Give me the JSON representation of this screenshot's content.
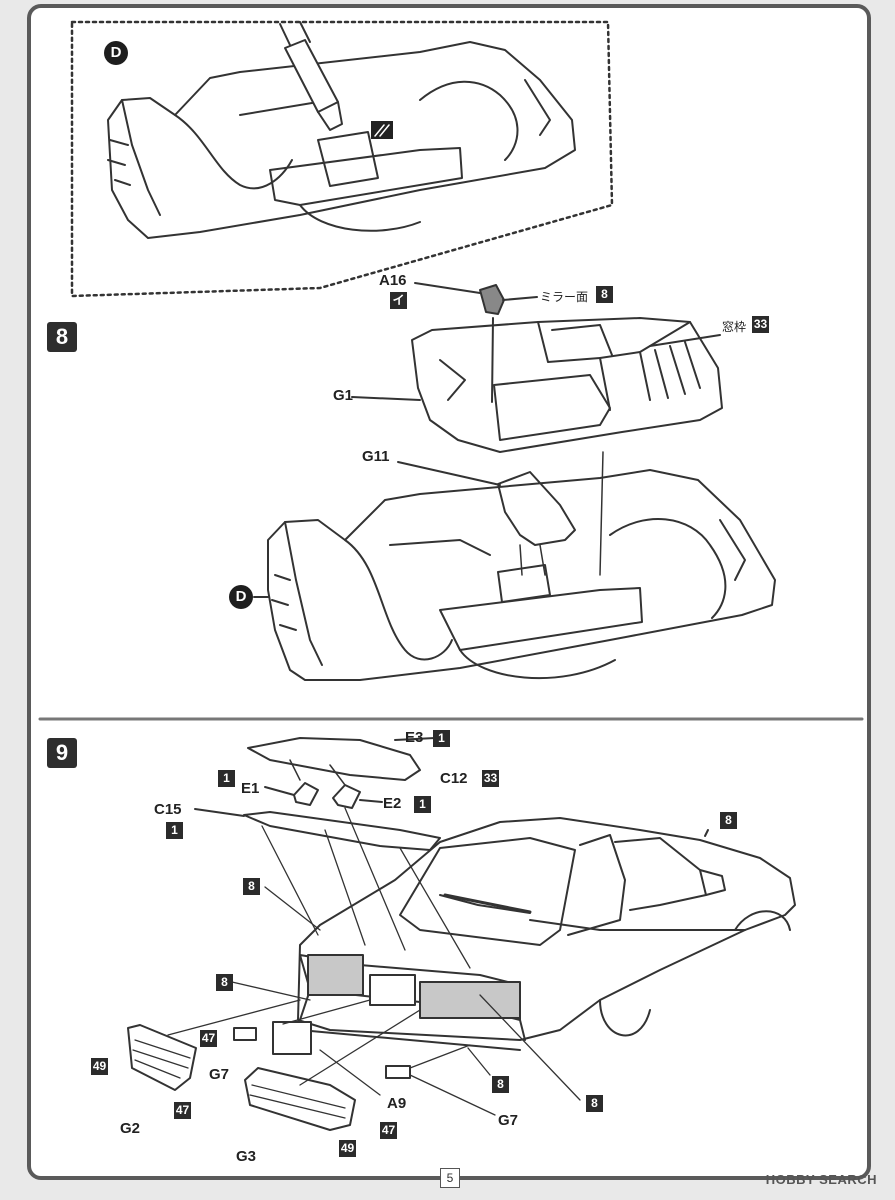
{
  "page_number": "5",
  "watermark": "HOBBY SEARCH",
  "subassembly_marker": "D",
  "step8": {
    "number": "8",
    "labels": {
      "a16": "A16",
      "a16_sub": "イ",
      "mirror": "ミラー面",
      "mirror_code": "8",
      "window_frame": "窓枠",
      "window_frame_code": "33",
      "g1": "G1",
      "g11": "G11",
      "marker_d": "D"
    }
  },
  "step9": {
    "number": "9",
    "labels": {
      "e3": "E3",
      "e3_code": "1",
      "e1": "E1",
      "e1_code": "1",
      "e2": "E2",
      "e2_code": "1",
      "c15": "C15",
      "c15_code": "1",
      "c12": "C12",
      "c12_code": "33",
      "body_code": "8",
      "code8_a": "8",
      "code8_b": "8",
      "code8_c": "8",
      "code8_d": "8",
      "code47_a": "47",
      "code47_b": "47",
      "code47_c": "47",
      "code49_a": "49",
      "code49_b": "49",
      "g7_a": "G7",
      "g7_b": "G7",
      "a9": "A9",
      "g2": "G2",
      "g3": "G3"
    }
  },
  "colors": {
    "badge": "#2b2b2b",
    "frame": "#5a5a5a",
    "lens": "#c8c8c8"
  }
}
